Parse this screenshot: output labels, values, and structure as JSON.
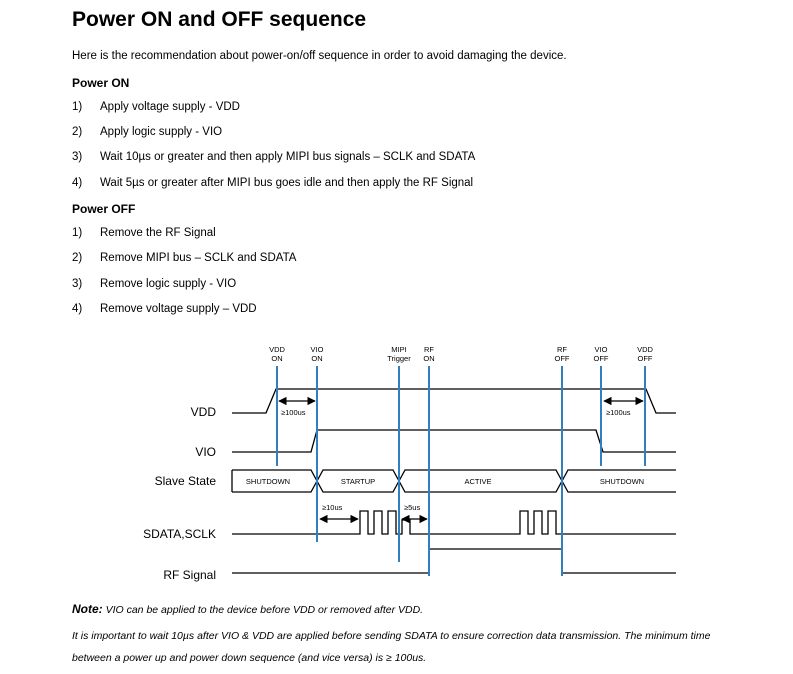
{
  "title": "Power ON and OFF sequence",
  "intro": "Here is the recommendation about power-on/off sequence in order to avoid damaging the device.",
  "power_on": {
    "heading": "Power ON",
    "steps": [
      {
        "num": "1)",
        "text": "Apply voltage supply - VDD"
      },
      {
        "num": "2)",
        "text": "Apply logic supply - VIO"
      },
      {
        "num": "3)",
        "text": "Wait 10µs or greater and then apply MIPI bus signals – SCLK and SDATA"
      },
      {
        "num": "4)",
        "text": "Wait 5µs or greater after MIPI bus goes idle and then apply the RF Signal"
      }
    ]
  },
  "power_off": {
    "heading": "Power OFF",
    "steps": [
      {
        "num": "1)",
        "text": "Remove the RF Signal"
      },
      {
        "num": "2)",
        "text": "Remove MIPI bus – SCLK and SDATA"
      },
      {
        "num": "3)",
        "text": "Remove logic supply - VIO"
      },
      {
        "num": "4)",
        "text": "Remove voltage supply – VDD"
      }
    ]
  },
  "diagram": {
    "markers": {
      "vdd_on": [
        "VDD",
        "ON"
      ],
      "vio_on": [
        "VIO",
        "ON"
      ],
      "mipi_trigger": [
        "MIPI",
        "Trigger"
      ],
      "rf_on": [
        "RF",
        "ON"
      ],
      "rf_off": [
        "RF",
        "OFF"
      ],
      "vio_off": [
        "VIO",
        "OFF"
      ],
      "vdd_off": [
        "VDD",
        "OFF"
      ]
    },
    "signals": {
      "vdd": "VDD",
      "vio": "VIO",
      "slave_state": "Slave State",
      "sdata_sclk": "SDATA,SCLK",
      "rf_signal": "RF Signal"
    },
    "states": {
      "shutdown_1": "SHUTDOWN",
      "startup": "STARTUP",
      "active": "ACTIVE",
      "shutdown_2": "SHUTDOWN"
    },
    "timings": {
      "vdd_to_vio": "≥100us",
      "vio_off_to_vdd_off": "≥100us",
      "vio_to_mipi": "≥10us",
      "mipi_to_rf": "≥5us"
    },
    "colors": {
      "marker": "#2f7fc1",
      "signal": "#000000"
    }
  },
  "note": {
    "label": "Note:",
    "line1": " VIO can be applied to the device before VDD or removed after VDD.",
    "line2": "It is important to wait 10µs after VIO & VDD are applied before sending SDATA to ensure correction data transmission. The minimum time",
    "line3": "between a power up and power down sequence (and vice versa) is  ≥  100us."
  }
}
